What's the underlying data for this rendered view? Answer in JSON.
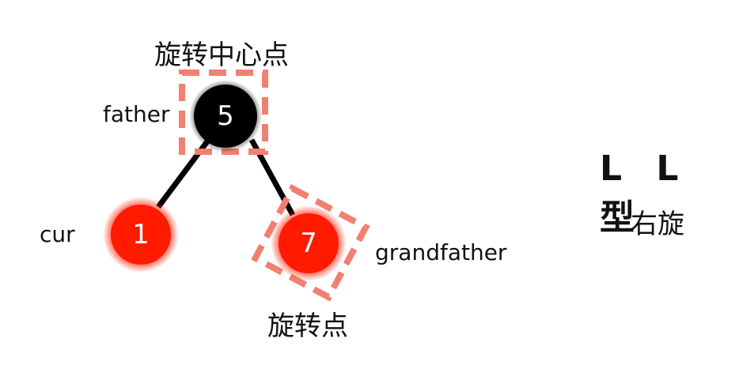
{
  "diagram": {
    "type": "red-black-tree-rotation",
    "title_right": {
      "case": "L L 型",
      "rotation": "右旋"
    },
    "annotations": {
      "rotation_center": "旋转中心点",
      "rotation_point": "旋转点"
    },
    "nodes": [
      {
        "id": "father",
        "value": "5",
        "role_label": "father",
        "color": "black",
        "fill": "#000000",
        "highlighted": true
      },
      {
        "id": "cur",
        "value": "1",
        "role_label": "cur",
        "color": "red",
        "fill": "#ff1a00",
        "highlighted": false
      },
      {
        "id": "grandfather",
        "value": "7",
        "role_label": "grandfather",
        "color": "red",
        "fill": "#ff1a00",
        "highlighted": true
      }
    ],
    "edges": [
      {
        "from": "father",
        "to": "cur"
      },
      {
        "from": "father",
        "to": "grandfather"
      }
    ],
    "colors": {
      "dashed_box": "#f08070",
      "red_node": "#ff1a00",
      "black_node": "#000000",
      "edge": "#000000"
    }
  }
}
